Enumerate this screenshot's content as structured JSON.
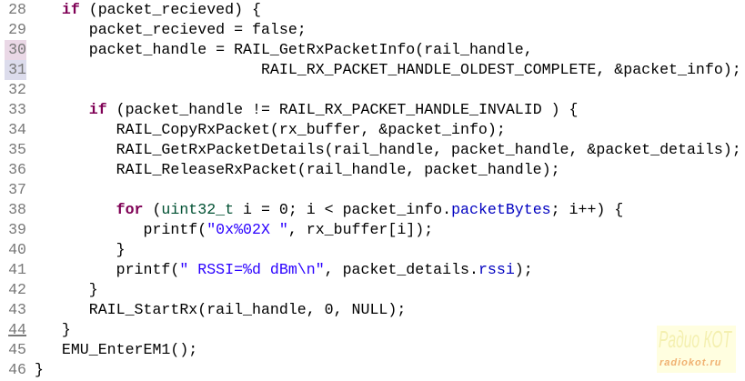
{
  "colors": {
    "keyword": "#7f0055",
    "type": "#005032",
    "string": "#2a00ff",
    "field": "#0000c0",
    "line_number": "#787878"
  },
  "lines": [
    {
      "n": "28",
      "tok": [
        [
          "   ",
          ""
        ],
        [
          "if",
          "kw"
        ],
        [
          " (packet_recieved) {",
          ""
        ]
      ]
    },
    {
      "n": "29",
      "tok": [
        [
          "      packet_recieved = false;",
          ""
        ]
      ]
    },
    {
      "n": "30",
      "hl": "hl1",
      "tok": [
        [
          "      packet_handle = RAIL_GetRxPacketInfo(rail_handle,",
          ""
        ]
      ]
    },
    {
      "n": "31",
      "hl": "hl2",
      "tok": [
        [
          "                         RAIL_RX_PACKET_HANDLE_OLDEST_COMPLETE, &packet_info);",
          ""
        ]
      ]
    },
    {
      "n": "32",
      "tok": []
    },
    {
      "n": "33",
      "tok": [
        [
          "      ",
          ""
        ],
        [
          "if",
          "kw"
        ],
        [
          " (packet_handle != RAIL_RX_PACKET_HANDLE_INVALID ) {",
          ""
        ]
      ]
    },
    {
      "n": "34",
      "tok": [
        [
          "         RAIL_CopyRxPacket(rx_buffer, &packet_info);",
          ""
        ]
      ]
    },
    {
      "n": "35",
      "tok": [
        [
          "         RAIL_GetRxPacketDetails(rail_handle, packet_handle, &packet_details);",
          ""
        ]
      ]
    },
    {
      "n": "36",
      "tok": [
        [
          "         RAIL_ReleaseRxPacket(rail_handle, packet_handle);",
          ""
        ]
      ]
    },
    {
      "n": "37",
      "tok": []
    },
    {
      "n": "38",
      "tok": [
        [
          "         ",
          ""
        ],
        [
          "for",
          "kw"
        ],
        [
          " (",
          ""
        ],
        [
          "uint32_t",
          "ty"
        ],
        [
          " i = 0; i < packet_info.",
          ""
        ],
        [
          "packetBytes",
          "fld"
        ],
        [
          "; i++) {",
          ""
        ]
      ]
    },
    {
      "n": "39",
      "tok": [
        [
          "            printf(",
          ""
        ],
        [
          "\"0x%02X \"",
          "str"
        ],
        [
          ", rx_buffer[i]);",
          ""
        ]
      ]
    },
    {
      "n": "40",
      "tok": [
        [
          "         }",
          ""
        ]
      ]
    },
    {
      "n": "41",
      "tok": [
        [
          "         printf(",
          ""
        ],
        [
          "\" RSSI=%d dBm\\n\"",
          "str"
        ],
        [
          ", packet_details.",
          ""
        ],
        [
          "rssi",
          "fld"
        ],
        [
          ");",
          ""
        ]
      ]
    },
    {
      "n": "42",
      "tok": [
        [
          "      }",
          ""
        ]
      ]
    },
    {
      "n": "43",
      "tok": [
        [
          "      RAIL_StartRx(rail_handle, 0, NULL);",
          ""
        ]
      ]
    },
    {
      "n": "44",
      "hl": "ul",
      "tok": [
        [
          "   }",
          ""
        ]
      ]
    },
    {
      "n": "45",
      "tok": [
        [
          "   EMU_EnterEM1();",
          ""
        ]
      ]
    },
    {
      "n": "46",
      "tok": [
        [
          "}",
          ""
        ]
      ]
    }
  ],
  "watermark": {
    "title": "Радио КОТ",
    "site": "radiokot.ru"
  }
}
